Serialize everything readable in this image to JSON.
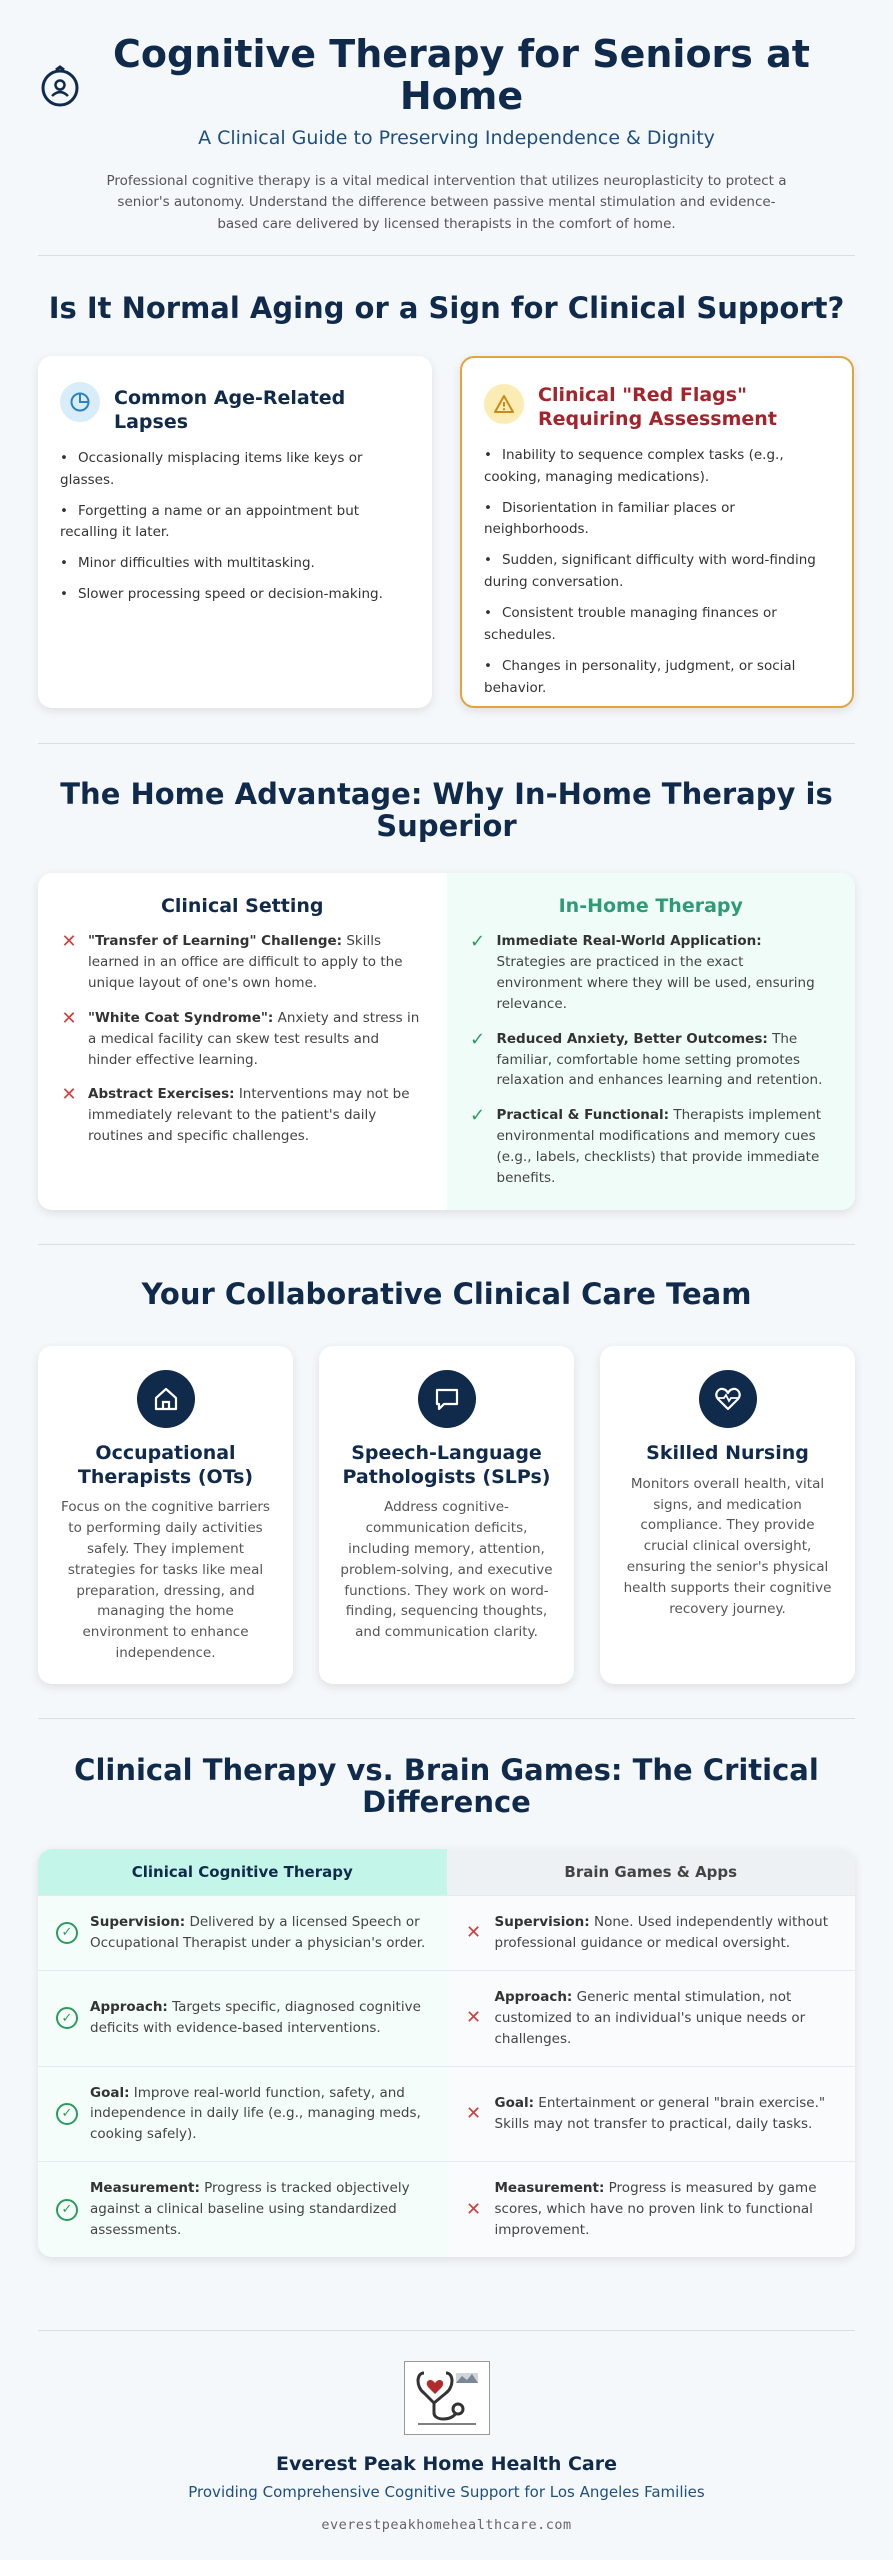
{
  "header": {
    "title": "Cognitive Therapy for Seniors at Home",
    "subtitle": "A Clinical Guide to Preserving Independence & Dignity",
    "intro": "Professional cognitive therapy is a vital medical intervention that utilizes neuroplasticity to protect a senior's autonomy. Understand the difference between passive mental stimulation and evidence-based care delivered by licensed therapists in the comfort of home.",
    "icon": "head-profile-icon"
  },
  "aging": {
    "title": "Is It Normal Aging or a Sign for Clinical Support?",
    "normal": {
      "title": "Common Age-Related Lapses",
      "icon": "pie-chart-icon",
      "items": [
        "Occasionally misplacing items like keys or glasses.",
        "Forgetting a name or an appointment but recalling it later.",
        "Minor difficulties with multitasking.",
        "Slower processing speed or decision-making."
      ]
    },
    "red_flags": {
      "title": "Clinical \"Red Flags\" Requiring Assessment",
      "icon": "warning-icon",
      "items": [
        "Inability to sequence complex tasks (e.g., cooking, managing medications).",
        "Disorientation in familiar places or neighborhoods.",
        "Sudden, significant difficulty with word-finding during conversation.",
        "Consistent trouble managing finances or schedules.",
        "Changes in personality, judgment, or social behavior."
      ]
    }
  },
  "home": {
    "title": "The Home Advantage: Why In-Home Therapy is Superior",
    "clinical": {
      "title": "Clinical Setting",
      "items": [
        {
          "bold": "\"Transfer of Learning\" Challenge:",
          "text": " Skills learned in an office are difficult to apply to the unique layout of one's own home."
        },
        {
          "bold": "\"White Coat Syndrome\":",
          "text": " Anxiety and stress in a medical facility can skew test results and hinder effective learning."
        },
        {
          "bold": "Abstract Exercises:",
          "text": " Interventions may not be immediately relevant to the patient's daily routines and specific challenges."
        }
      ]
    },
    "inhome": {
      "title": "In-Home Therapy",
      "items": [
        {
          "bold": "Immediate Real-World Application:",
          "text": " Strategies are practiced in the exact environment where they will be used, ensuring relevance."
        },
        {
          "bold": "Reduced Anxiety, Better Outcomes:",
          "text": " The familiar, comfortable home setting promotes relaxation and enhances learning and retention."
        },
        {
          "bold": "Practical & Functional:",
          "text": " Therapists implement environmental modifications and memory cues (e.g., labels, checklists) that provide immediate benefits."
        }
      ]
    }
  },
  "team": {
    "title": "Your Collaborative Clinical Care Team",
    "members": [
      {
        "icon": "home-icon",
        "title": "Occupational Therapists (OTs)",
        "desc": "Focus on the cognitive barriers to performing daily activities safely. They implement strategies for tasks like meal preparation, dressing, and managing the home environment to enhance independence."
      },
      {
        "icon": "speech-bubble-icon",
        "title": "Speech-Language Pathologists (SLPs)",
        "desc": "Address cognitive-communication deficits, including memory, attention, problem-solving, and executive functions. They work on word-finding, sequencing thoughts, and communication clarity."
      },
      {
        "icon": "heart-pulse-icon",
        "title": "Skilled Nursing",
        "desc": "Monitors overall health, vital signs, and medication compliance. They provide crucial clinical oversight, ensuring the senior's physical health supports their cognitive recovery journey."
      }
    ]
  },
  "games": {
    "title": "Clinical Therapy vs. Brain Games: The Critical Difference",
    "col_left": "Clinical Cognitive Therapy",
    "col_right": "Brain Games & Apps",
    "rows": [
      {
        "left_bold": "Supervision:",
        "left_text": " Delivered by a licensed Speech or Occupational Therapist under a physician's order.",
        "right_bold": "Supervision:",
        "right_text": " None. Used independently without professional guidance or medical oversight."
      },
      {
        "left_bold": "Approach:",
        "left_text": " Targets specific, diagnosed cognitive deficits with evidence-based interventions.",
        "right_bold": "Approach:",
        "right_text": " Generic mental stimulation, not customized to an individual's unique needs or challenges."
      },
      {
        "left_bold": "Goal:",
        "left_text": " Improve real-world function, safety, and independence in daily life (e.g., managing meds, cooking safely).",
        "right_bold": "Goal:",
        "right_text": " Entertainment or general \"brain exercise.\" Skills may not transfer to practical, daily tasks."
      },
      {
        "left_bold": "Measurement:",
        "left_text": " Progress is tracked objectively against a clinical baseline using standardized assessments.",
        "right_bold": "Measurement:",
        "right_text": " Progress is measured by game scores, which have no proven link to functional improvement."
      }
    ]
  },
  "footer": {
    "logo": "stethoscope-heart-logo",
    "name": "Everest Peak Home Health Care",
    "tagline": "Providing Comprehensive Cognitive Support for Los Angeles Families",
    "url": "everestpeakhomehealthcare.com"
  },
  "colors": {
    "navy": "#102a4c",
    "red": "#a5242b",
    "green": "#2e9b77",
    "amber_border": "#e3a33d",
    "mint": "#c3f5e8"
  }
}
